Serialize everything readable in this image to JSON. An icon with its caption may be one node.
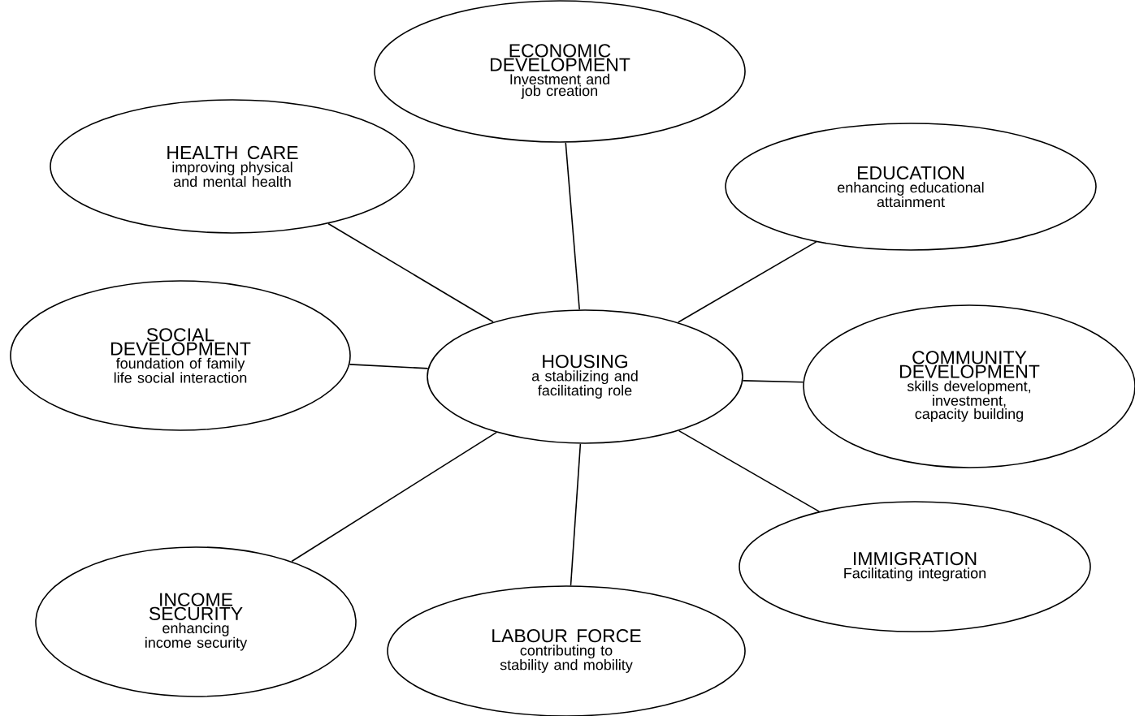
{
  "diagram": {
    "nodes": [
      {
        "text": [
          "ECONOMIC DEVELOPMENT",
          "Investment and job creation"
        ]
      },
      {
        "text": [
          "HEALTH CARE",
          "improving physical and mental health"
        ]
      },
      {
        "text": [
          "EDUCATION",
          "enhancing educational attainment"
        ]
      },
      {
        "text": [
          "SOCIAL DEVELOPMENT",
          "foundation of family life social interaction"
        ]
      },
      {
        "text": [
          "HOUSING",
          "a stabilizing and facilitating role"
        ]
      },
      {
        "text": [
          "COMMUNITY DEVELOPMENT",
          "skills development, investment, capacity building"
        ]
      },
      {
        "text": [
          "IMMIGRATION",
          "Facilitating integration"
        ]
      },
      {
        "text": [
          "INCOME SECURITY",
          "enhancing income security"
        ]
      },
      {
        "text": [
          "LABOUR FORCE",
          "contributing to stability and mobility"
        ]
      }
    ],
    "edges": [
      {
        "from": 4,
        "to": 0,
        "arrow": "none"
      },
      {
        "from": 4,
        "to": 1,
        "arrow": "none"
      },
      {
        "from": 4,
        "to": 2,
        "arrow": "none"
      },
      {
        "from": 4,
        "to": 3,
        "arrow": "none"
      },
      {
        "from": 4,
        "to": 5,
        "arrow": "none"
      },
      {
        "from": 4,
        "to": 6,
        "arrow": "none"
      },
      {
        "from": 4,
        "to": 7,
        "arrow": "none"
      },
      {
        "from": 4,
        "to": 8,
        "arrow": "none"
      }
    ]
  }
}
